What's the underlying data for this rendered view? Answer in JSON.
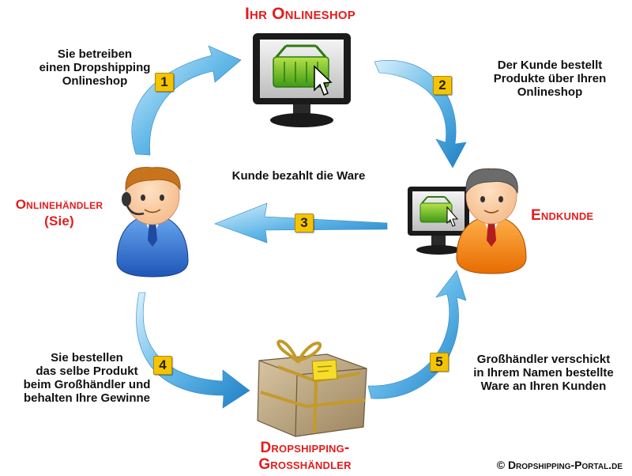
{
  "nodes": {
    "shop": {
      "title": "Ihr Onlineshop"
    },
    "customer": {
      "title": "Endkunde"
    },
    "merchant": {
      "title_line1": "Onlinehändler",
      "title_line2": "(Sie)"
    },
    "wholesaler": {
      "title_line1": "Dropshipping-",
      "title_line2": "Großhändler"
    }
  },
  "steps": [
    {
      "number": "1",
      "lines": [
        "Sie betreiben",
        "einen Dropshipping",
        "Onlineshop"
      ]
    },
    {
      "number": "2",
      "lines": [
        "Der Kunde bestellt",
        "Produkte über Ihren",
        "Onlineshop"
      ]
    },
    {
      "number": "3",
      "lines": [
        "Kunde bezahlt die Ware"
      ]
    },
    {
      "number": "4",
      "lines": [
        "Sie bestellen",
        "das selbe Produkt",
        "beim Großhändler  und",
        "behalten Ihre Gewinne"
      ]
    },
    {
      "number": "5",
      "lines": [
        "Großhändler verschickt",
        "in Ihrem Namen bestellte",
        "Ware an Ihren Kunden"
      ]
    }
  ],
  "copyright": "© Dropshipping-Portal.de",
  "colors": {
    "accent_red": "#e41c1c",
    "arrow_blue": "#3aa2dd",
    "badge_yellow": "#f5c400"
  }
}
